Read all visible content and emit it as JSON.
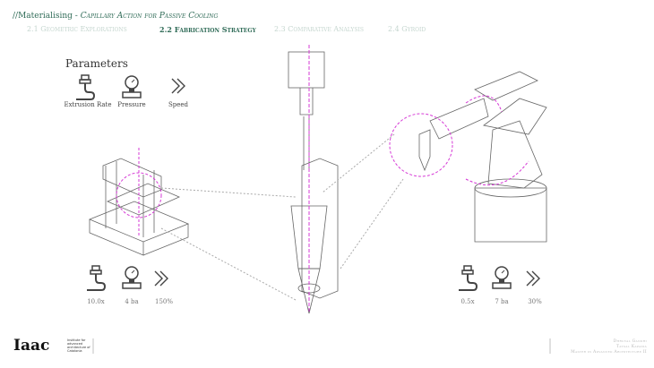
{
  "header": {
    "prefix": "//Materialising - ",
    "subtitle": "Capillary Action for Passive Cooling"
  },
  "tabs": [
    {
      "label": "2.1 Geometric Explorations"
    },
    {
      "label": "2.2 Fabrication Strategy"
    },
    {
      "label": "2.3 Comparative Analysis"
    },
    {
      "label": "2.4 Gyroid"
    }
  ],
  "parameters": {
    "title": "Parameters",
    "items": [
      {
        "label": "Extrusion Rate",
        "icon": "extruder-icon"
      },
      {
        "label": "Pressure",
        "icon": "pressure-gauge-icon"
      },
      {
        "label": "Speed",
        "icon": "chevrons-right-icon"
      }
    ]
  },
  "printer_settings": {
    "extrusion": "10.0x",
    "pressure": "4 ba",
    "speed": "150%"
  },
  "robot_settings": {
    "extrusion": "0.5x",
    "pressure": "7 ba",
    "speed": "30%"
  },
  "footer": {
    "logo": "Iaac",
    "logo_text": "Institute for advanced architecture of Catalonia",
    "credits": [
      "Dhruval Gandhi",
      "Tatsal Kapadia",
      "Master in Advanced Architecture II"
    ]
  },
  "colors": {
    "accent": "#2f6b57",
    "highlight": "#d63ad6"
  }
}
